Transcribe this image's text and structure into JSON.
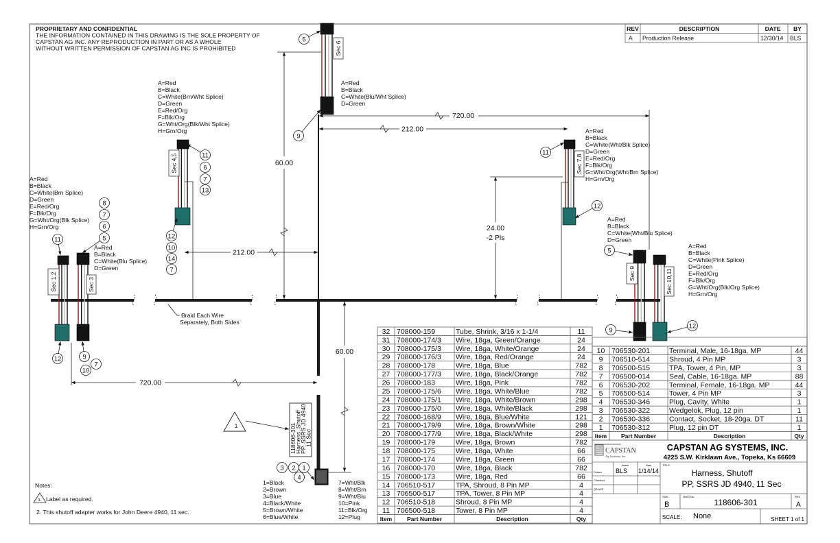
{
  "proprietary": {
    "heading": "PROPRIETARY AND CONFIDENTIAL",
    "lines": [
      "THE INFORMATION CONTAINED IN THIS DRAWING IS THE SOLE PROPERTY OF",
      "CAPSTAN AG INC. ANY REPRODUCTION IN PART OR AS A WHOLE",
      "WITHOUT WRITTEN PERMISSION OF CAPSTAN AG INC IS PROHIBITED"
    ]
  },
  "revision_table": {
    "headers": [
      "REV",
      "DESCRIPTION",
      "DATE",
      "BY"
    ],
    "rows": [
      [
        "A",
        "Production Release",
        "12/30/14",
        "BLS"
      ]
    ]
  },
  "harnesses": [
    {
      "section": "Sec 6",
      "pinout": [
        "A=Red",
        "B=Black",
        "C=White(Blu/Wht Splice)",
        "D=Green"
      ]
    },
    {
      "section": "Sec 4,5",
      "pinout": [
        "A=Red",
        "B=Black",
        "C=White(Brn/Wht Splice)",
        "D=Green",
        "E=Red/Org",
        "F=Blk/Org",
        "G=Wht/Org(Blk/Wht Splice)",
        "H=Grn/Org"
      ]
    },
    {
      "section": "Sec 1,2",
      "pinout": [
        "A=Red",
        "B=Black",
        "C=White(Brn Splice)",
        "D=Green",
        "E=Red/Org",
        "F=Blk/Org",
        "G=Wht/Org(Blk Splice)",
        "H=Grn/Org"
      ]
    },
    {
      "section": "Sec 3",
      "pinout": [
        "A=Red",
        "B=Black",
        "C=White(Blu Splice)",
        "D=Green"
      ]
    },
    {
      "section": "Sec 7,8",
      "pinout": [
        "A=Red",
        "B=Black",
        "C=White(Wht/Blk Splice)",
        "D=Green",
        "E=Red/Org",
        "F=Blk/Org",
        "G=Wht/Org(Wht/Brn Splice)",
        "H=Grn/Org"
      ]
    },
    {
      "section": "Sec 9",
      "pinout": [
        "A=Red",
        "B=Black",
        "C=White(Wht/Blu Splice)",
        "D=Green"
      ]
    },
    {
      "section": "Sec 10,11",
      "pinout": [
        "A=Red",
        "B=Black",
        "C=White(Pink Splice)",
        "D=Green",
        "E=Red/Org",
        "F=Blk/Org",
        "G=Wht/Org(Blk/Org Splice)",
        "H=Grn/Org"
      ]
    }
  ],
  "dimensions": {
    "top_vertical": "60.00",
    "top_720": "720.00",
    "top_212": "212.00",
    "left_212": "212.00",
    "bottom_720": "720.00",
    "right_vertical": "60.00",
    "branch_spacing": "24.00",
    "branch_spacing_note": "-2 Pls"
  },
  "balloons": [
    "5",
    "9",
    "11",
    "6",
    "7",
    "13",
    "12",
    "10",
    "14",
    "7",
    "8",
    "7",
    "6",
    "5",
    "11",
    "12",
    "9",
    "7",
    "10",
    "11",
    "12",
    "5",
    "9",
    "12",
    "3",
    "2",
    "1",
    "4"
  ],
  "braid_note": [
    "Braid Each Wire",
    "Separately, Both Sides"
  ],
  "label_box": [
    "118606-301",
    "Harness, Shutoff",
    "PP, SSRS JD 4940",
    "11 Sec"
  ],
  "note_flag": "1",
  "wire_legend": {
    "left": [
      "1=Black",
      "2=Brown",
      "3=Blue",
      "4=Black/White",
      "5=Brown/White",
      "6=Blue/White"
    ],
    "right": [
      "7=Wht/Blk",
      "8=Wht/Brn",
      "9=Wht/Blu",
      "10=Pink",
      "11=Blk/Org",
      "12=Plug"
    ]
  },
  "notes": {
    "heading": "Notes:",
    "items": [
      "1.",
      "Label as required.",
      "2.  This shutoff adapter works for John Deere 4940, 11 sec."
    ]
  },
  "bom_left": {
    "headers": [
      "Item",
      "Part Number",
      "Description",
      "Qty"
    ],
    "rows": [
      [
        "32",
        "708000-159",
        "Tube, Shrink, 3/16 x 1-1/4",
        "11"
      ],
      [
        "31",
        "708000-174/3",
        "Wire, 18ga, Green/Orange",
        "24"
      ],
      [
        "30",
        "708000-175/3",
        "Wire, 18ga, White/Orange",
        "24"
      ],
      [
        "29",
        "708000-176/3",
        "Wire, 18ga, Red/Orange",
        "24"
      ],
      [
        "28",
        "708000-178",
        "Wire, 18ga, Blue",
        "782"
      ],
      [
        "27",
        "708000-177/3",
        "Wire, 18ga, Black/Orange",
        "782"
      ],
      [
        "26",
        "708000-183",
        "Wire, 18ga, Pink",
        "782"
      ],
      [
        "25",
        "708000-175/6",
        "Wire, 18ga, White/Blue",
        "782"
      ],
      [
        "24",
        "708000-175/1",
        "Wire, 18ga, White/Brown",
        "298"
      ],
      [
        "23",
        "708000-175/0",
        "Wire, 18ga, White/Black",
        "298"
      ],
      [
        "22",
        "708000-168/9",
        "Wire, 18ga, Blue/White",
        "121"
      ],
      [
        "21",
        "708000-179/9",
        "Wire, 18ga, Brown/White",
        "298"
      ],
      [
        "20",
        "708000-177/9",
        "Wire, 18ga, Black/White",
        "298"
      ],
      [
        "19",
        "708000-179",
        "Wire, 18ga, Brown",
        "782"
      ],
      [
        "18",
        "708000-175",
        "Wire, 18ga, White",
        "66"
      ],
      [
        "17",
        "708000-174",
        "Wire, 18ga, Green",
        "66"
      ],
      [
        "16",
        "708000-170",
        "Wire, 18ga, Black",
        "782"
      ],
      [
        "15",
        "708000-173",
        "Wire, 18ga, Red",
        "66"
      ],
      [
        "14",
        "706510-517",
        "TPA, Shroud, 8 Pin MP",
        "4"
      ],
      [
        "13",
        "706500-517",
        "TPA, Tower, 8 Pin MP",
        "4"
      ],
      [
        "12",
        "706510-518",
        "Shroud, 8 Pin MP",
        "4"
      ],
      [
        "11",
        "706500-518",
        "Tower, 8 Pin MP",
        "4"
      ]
    ]
  },
  "bom_right": {
    "headers": [
      "Item",
      "Part Number",
      "Description",
      "Qty"
    ],
    "rows": [
      [
        "10",
        "706530-201",
        "Terminal, Male, 16-18ga. MP",
        "44"
      ],
      [
        "9",
        "706510-514",
        "Shroud, 4 Pin MP",
        "3"
      ],
      [
        "8",
        "706500-515",
        "TPA, Tower, 4 Pin, MP",
        "3"
      ],
      [
        "7",
        "706500-014",
        "Seal, Cable, 16-18ga. MP",
        "88"
      ],
      [
        "6",
        "706530-202",
        "Terminal, Female, 16-18ga. MP",
        "44"
      ],
      [
        "5",
        "706500-514",
        "Tower, 4 Pin MP",
        "3"
      ],
      [
        "4",
        "706530-346",
        "Plug, Cavity, White",
        "1"
      ],
      [
        "3",
        "706530-322",
        "Wedgelok, Plug, 12 pin",
        "1"
      ],
      [
        "2",
        "706530-336",
        "Contact, Socket, 18-20ga. DT",
        "11"
      ],
      [
        "1",
        "706530-312",
        "Plug, 12 pin DT",
        "1"
      ]
    ]
  },
  "title_block": {
    "logo_name": "CAPSTAN",
    "logo_sub": "Ag Systems, Inc.",
    "company": "CAPSTAN AG SYSTEMS, INC.",
    "address": "4225 S.W. Kirklawn Ave., Topeka, Ks 66609",
    "name_header": "Name",
    "date_header": "Date",
    "drawn_label": "Drawn",
    "drawn_name": "BLS",
    "drawn_date": "1/14/14",
    "checked_label": "Checked",
    "qa_label": "QA APP",
    "title_label": "TITLE:",
    "title_line1": "Harness, Shutoff",
    "title_line2": "PP, SSRS JD 4940, 11 Sec",
    "size_label": "SIZE",
    "size": "B",
    "dwg_label": "DWG No:",
    "dwg_no": "118606-301",
    "rev_label": "REV",
    "rev": "A",
    "scale_label": "SCALE:",
    "scale": "None",
    "sheet": "SHEET 1 of 1"
  },
  "colors": {
    "connector_black": "#141414",
    "connector_teal": "#1f6e6a",
    "wire_red": "#8b1b1b",
    "trunk": "#1c1c1c"
  }
}
